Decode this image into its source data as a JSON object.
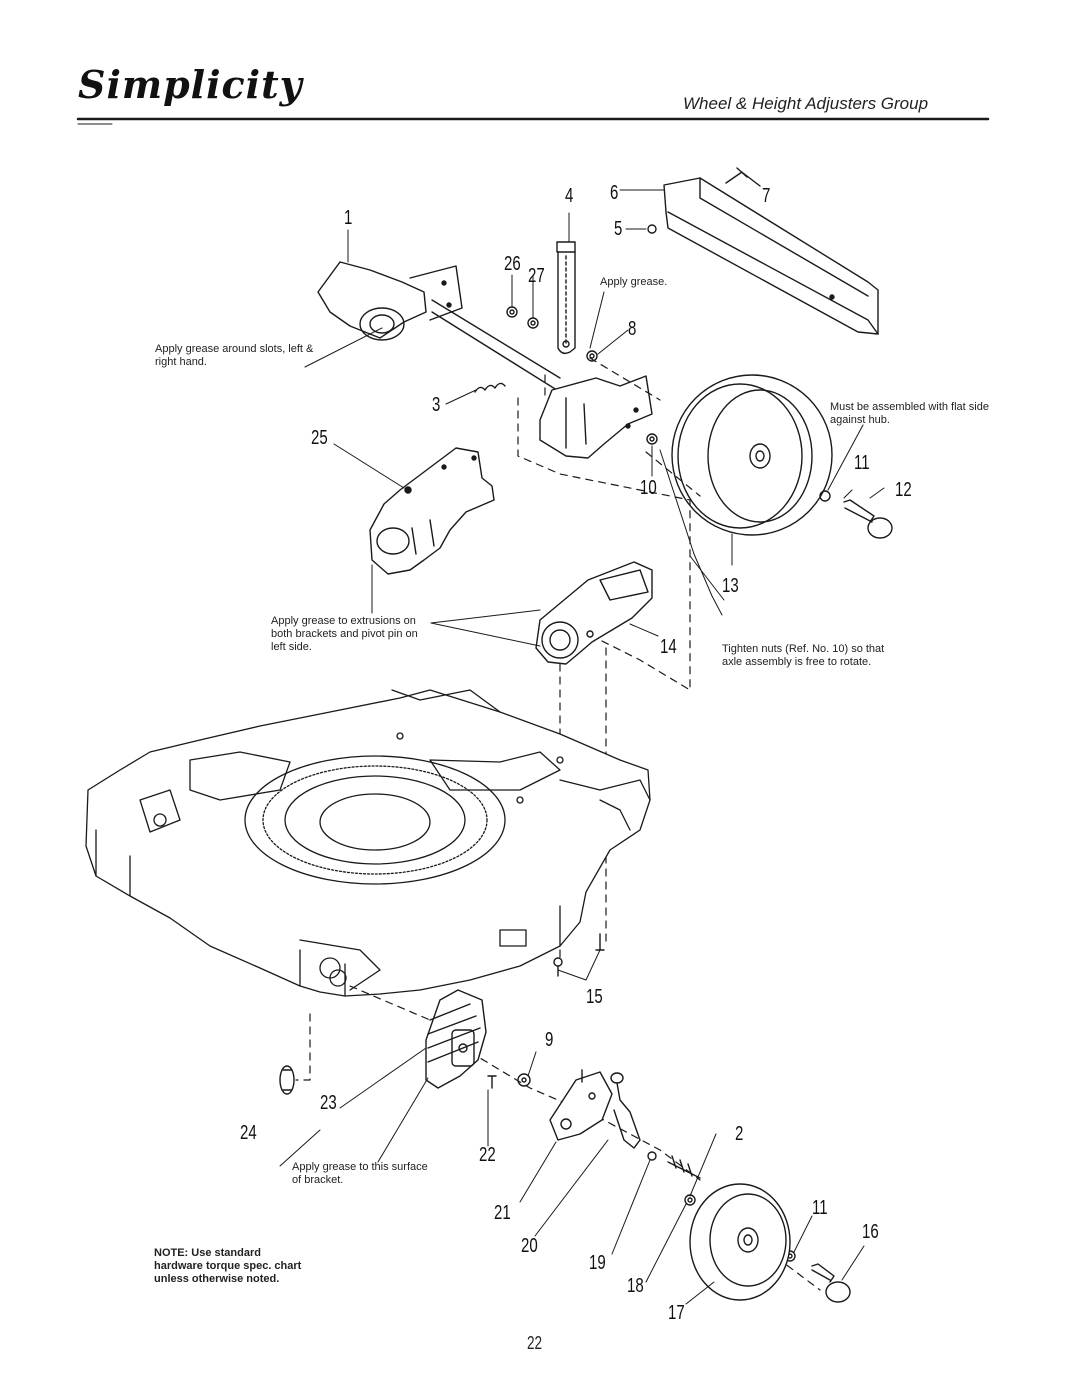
{
  "header": {
    "logo": "Simplicity",
    "title": "Wheel & Height Adjusters Group"
  },
  "notes": {
    "grease_around_slots": "Apply grease around slots, left & right hand.",
    "grease_26_27": "Apply grease.",
    "assemble_flat_side": "Must be assembled with flat side against hub.",
    "grease_extrusions": "Apply grease to extrusions on both brackets and pivot pin on left side.",
    "tighten_nuts": "Tighten nuts (Ref. No. 10) so that axle assembly is free to rotate.",
    "grease_surface": "Apply grease to this surface of bracket.",
    "standard_note": "NOTE: Use standard hardware torque spec. chart unless otherwise noted."
  },
  "part_numbers": {
    "p1": "1",
    "p2": "2",
    "p3": "3",
    "p4": "4",
    "p5": "5",
    "p6": "6",
    "p7": "7",
    "p8": "8",
    "p9": "9",
    "p10": "10",
    "p11a": "11",
    "p11b": "11",
    "p12": "12",
    "p13": "13",
    "p14": "14",
    "p15": "15",
    "p16": "16",
    "p17": "17",
    "p18": "18",
    "p19": "19",
    "p20": "20",
    "p21": "21",
    "p22": "22",
    "p23": "23",
    "p24": "24",
    "p25": "25",
    "p26": "26",
    "p27": "27"
  },
  "page_number": "22"
}
